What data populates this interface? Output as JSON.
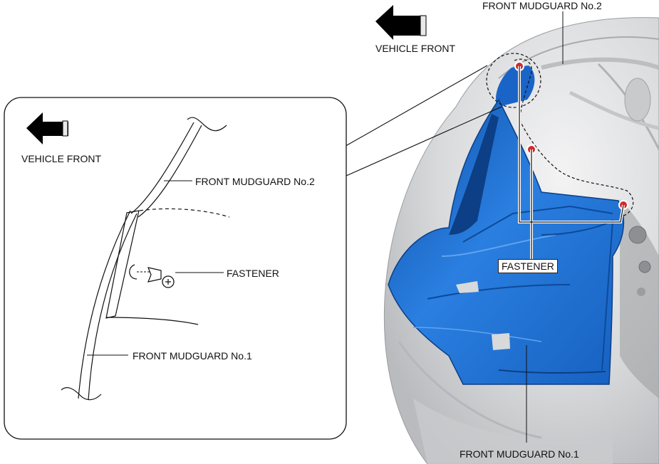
{
  "detail_view": {
    "direction_label": "VEHICLE FRONT",
    "parts": {
      "mudguard_2": "FRONT MUDGUARD No.2",
      "fastener": "FASTENER",
      "mudguard_1": "FRONT MUDGUARD No.1"
    }
  },
  "main_view": {
    "direction_label": "VEHICLE FRONT",
    "parts": {
      "mudguard_2": "FRONT MUDGUARD No.2",
      "fastener": "FASTENER",
      "mudguard_1": "FRONT MUDGUARD No.1"
    },
    "fastener_count": 3
  },
  "colors": {
    "mudguard_blue": "#1e6fd0",
    "mudguard_dark": "#0d4a9a",
    "fastener_red": "#d42a2a",
    "body_gray": "#d8d9db",
    "arrow_black": "#000000"
  },
  "icons": [
    "arrow-left-icon",
    "fastener-clip-icon"
  ]
}
